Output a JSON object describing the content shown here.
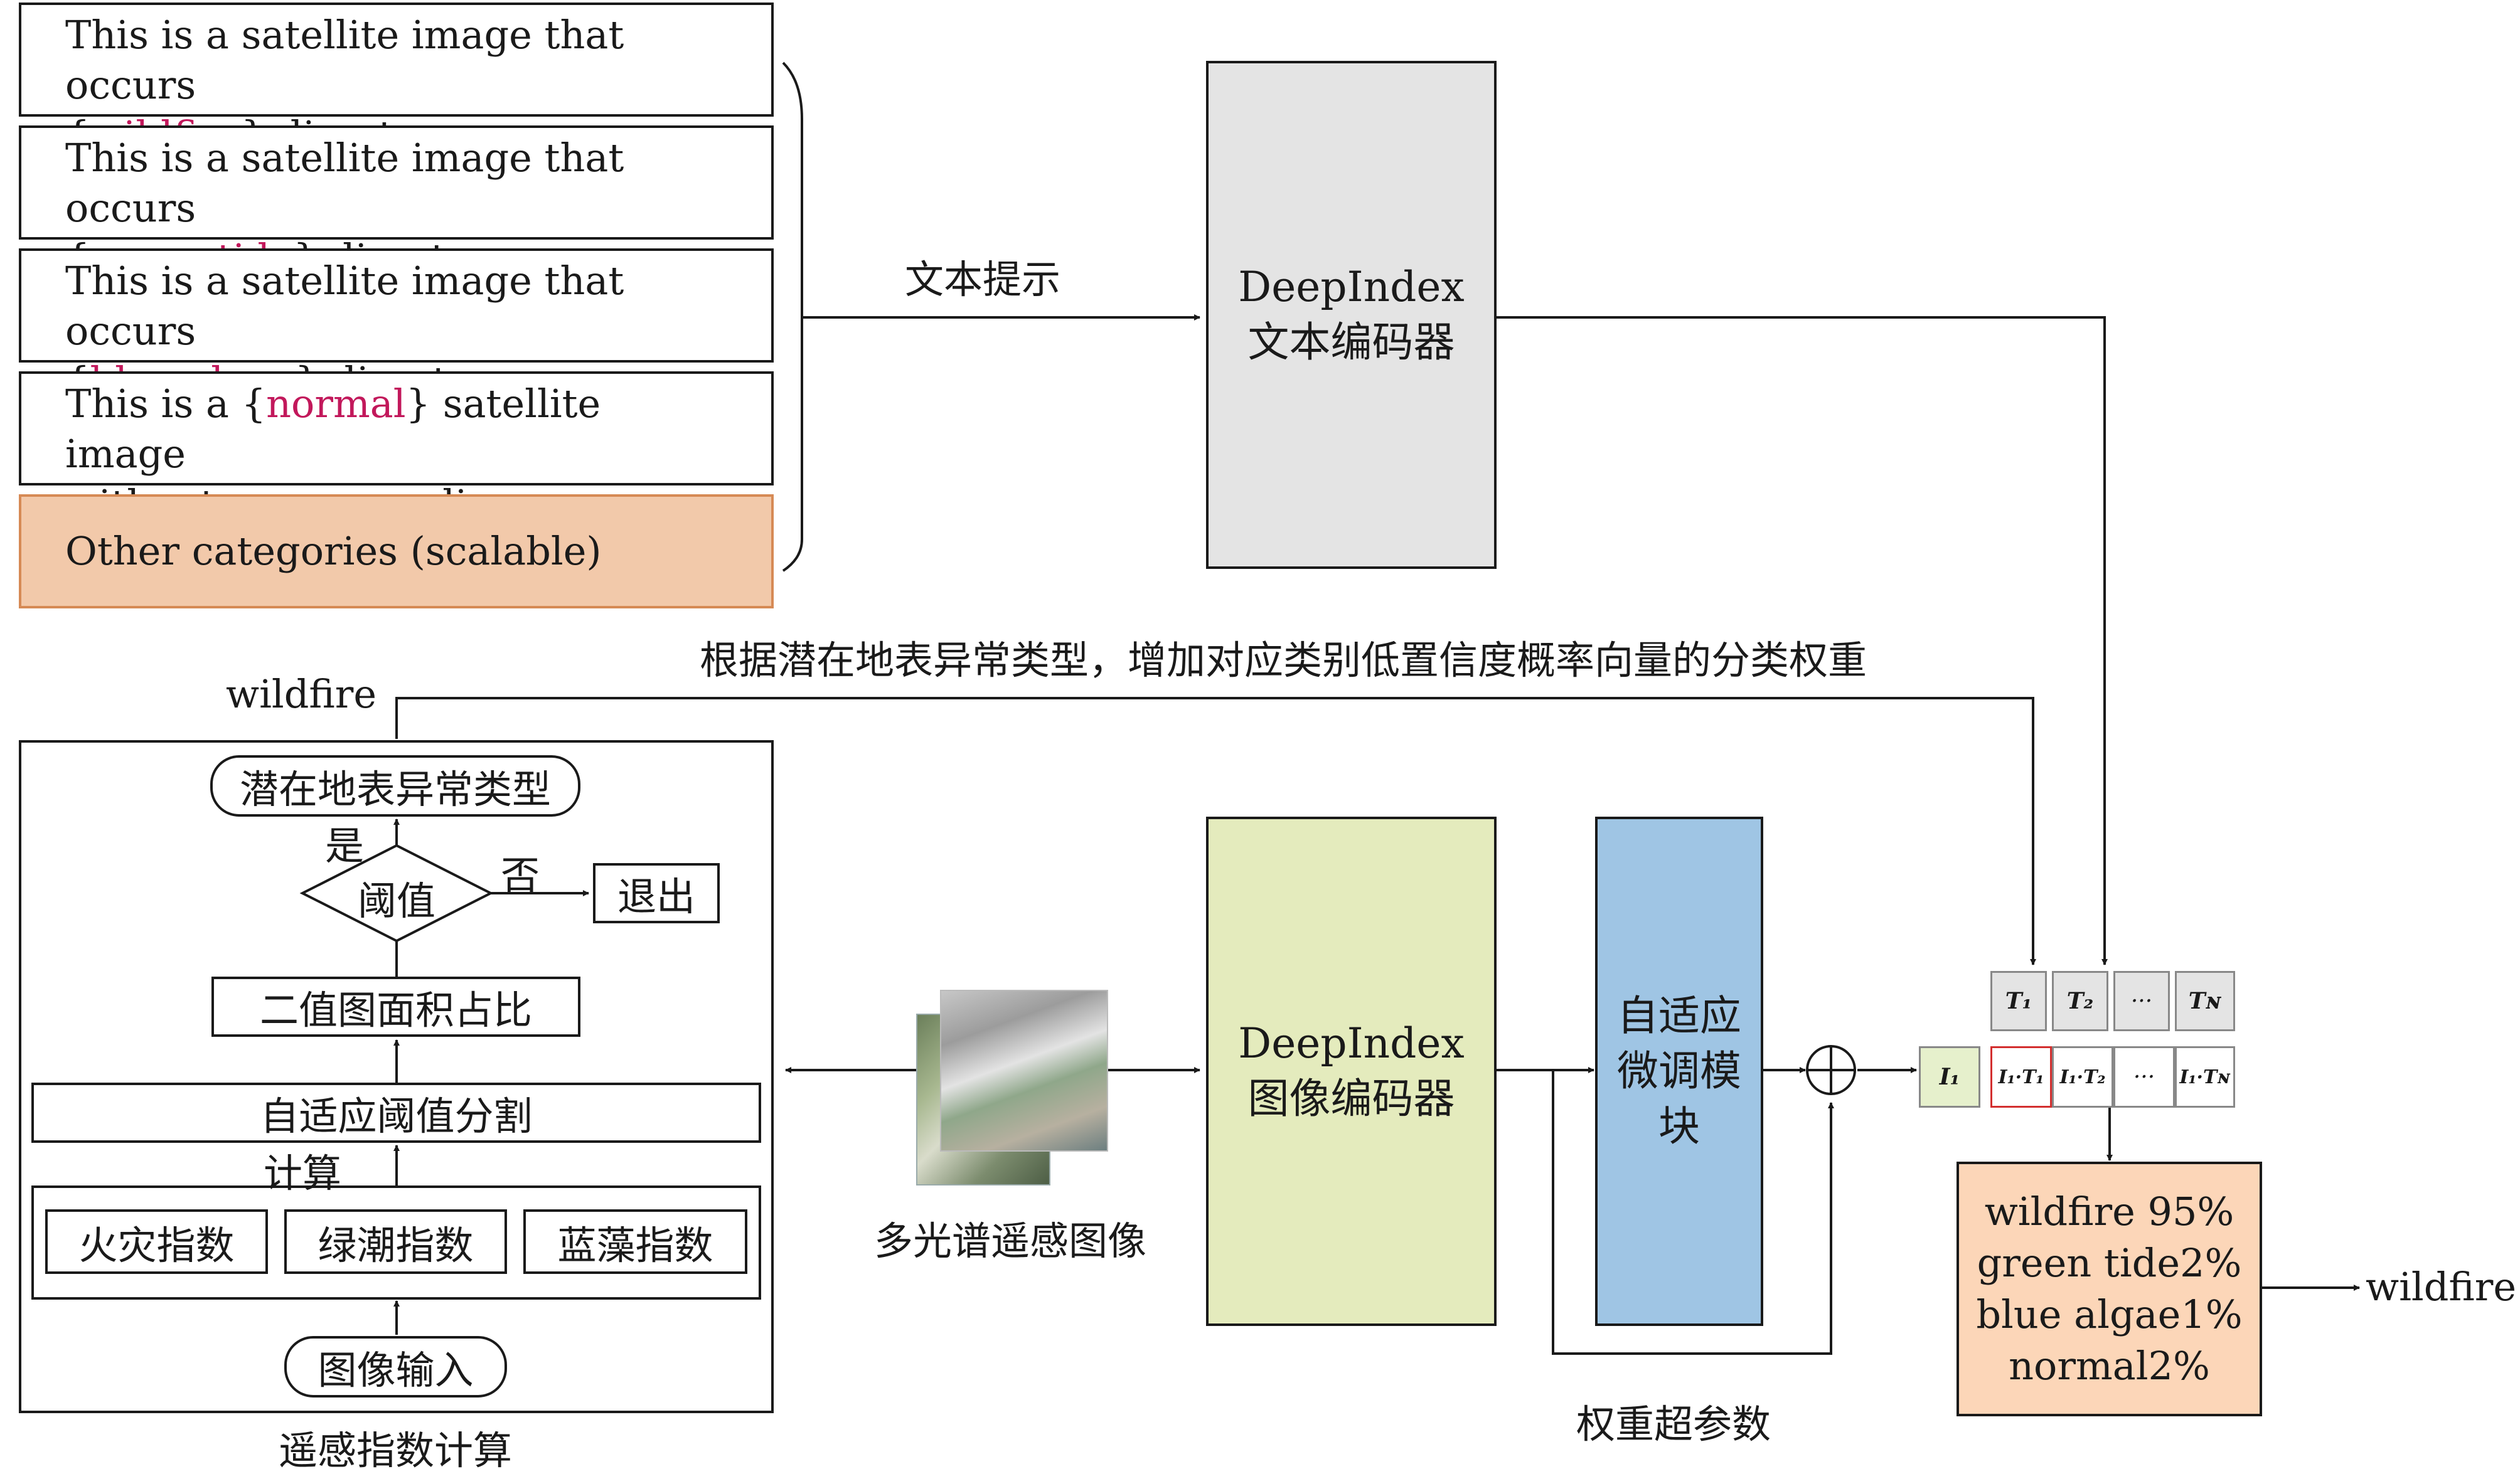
{
  "prompts": [
    {
      "pre": "This is a satellite image that occurs",
      "open": "{",
      "kw": "wildfire",
      "close": "}",
      "post": " disaster."
    },
    {
      "pre": "This is a satellite image that occurs",
      "open": "{",
      "kw": "green tide",
      "close": "}",
      "post": " disaster."
    },
    {
      "pre": "This is a satellite image that occurs",
      "open": "{",
      "kw": "blue algae",
      "close": "}",
      "post": " disaster."
    },
    {
      "pre": "This is a ",
      "open": "{",
      "kw": "normal",
      "close": "}",
      "post": " satellite image",
      "line2": "without any anomalies."
    }
  ],
  "other_categories": "Other categories (scalable)",
  "text_prompt_label": "文本提示",
  "text_encoder": {
    "line1": "DeepIndex",
    "line2": "文本编码器"
  },
  "weight_note": "根据潜在地表异常类型，增加对应类别低置信度概率向量的分类权重",
  "left_output_label": "wildfire",
  "flow": {
    "anomaly_type": "潜在地表异常类型",
    "yes": "是",
    "no": "否",
    "threshold": "阈值",
    "exit": "退出",
    "area_ratio": "二值图面积占比",
    "adaptive_seg": "自适应阈值分割",
    "compute": "计算",
    "index_fire": "火灾指数",
    "index_green": "绿潮指数",
    "index_algae": "蓝藻指数",
    "image_input": "图像输入",
    "caption": "遥感指数计算"
  },
  "ms_image_label": "多光谱遥感图像",
  "image_encoder": {
    "line1": "DeepIndex",
    "line2": "图像编码器"
  },
  "adaptive_module": {
    "line1": "自适应",
    "line2": "微调模",
    "line3": "块"
  },
  "hyperparam_label": "权重超参数",
  "matrix": {
    "t1": "T₁",
    "t2": "T₂",
    "dots": "···",
    "tn": "Tɴ",
    "i1": "I₁",
    "i1t1": "I₁·T₁",
    "i1t2": "I₁·T₂",
    "i1tn": "I₁·Tɴ"
  },
  "results": [
    "wildfire 95%",
    "green tide2%",
    "blue algae1%",
    "normal2%"
  ],
  "final_output": "wildfire",
  "colors": {
    "highlight": "#c2185b",
    "other_categories_fill": "#f2c9aa",
    "text_encoder_fill": "#e4e4e4",
    "image_encoder_fill": "#e4ebbd",
    "adaptive_module_fill": "#9fc5e4",
    "result_fill": "#fcd6b8",
    "i1_fill": "#e6f0cc",
    "selected_cell_border": "#d32f2f"
  }
}
